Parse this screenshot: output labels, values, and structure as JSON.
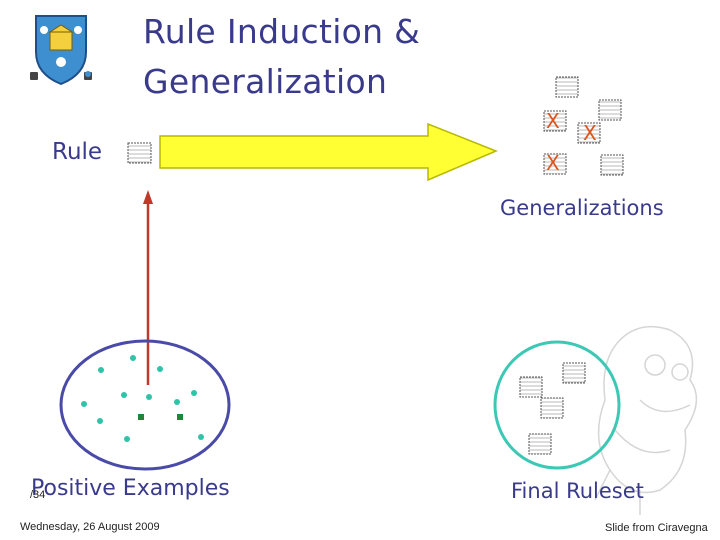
{
  "slide": {
    "title_line1": "Rule Induction &",
    "title_line2": "Generalization",
    "rule_label": "Rule",
    "generalizations_label": "Generalizations",
    "positive_examples_label": "Positive Examples",
    "final_ruleset_label": "Final Ruleset",
    "reject_mark": "X",
    "page_number": "/34",
    "date": "Wednesday, 26 August 2009",
    "credit": "Slide from Ciravegna"
  },
  "colors": {
    "title": "#3a3a8c",
    "arrow_fill": "#ffff33",
    "arrow_up": "#c0392b",
    "ellipse_left": "#4a4aa8",
    "ellipse_right": "#3cc8b4",
    "reject_mark": "#e0541c"
  },
  "icons": {
    "logo": "university-crest-icon",
    "rule_card": "rule-card-icon",
    "mascot": "mascot-sketch-icon"
  }
}
